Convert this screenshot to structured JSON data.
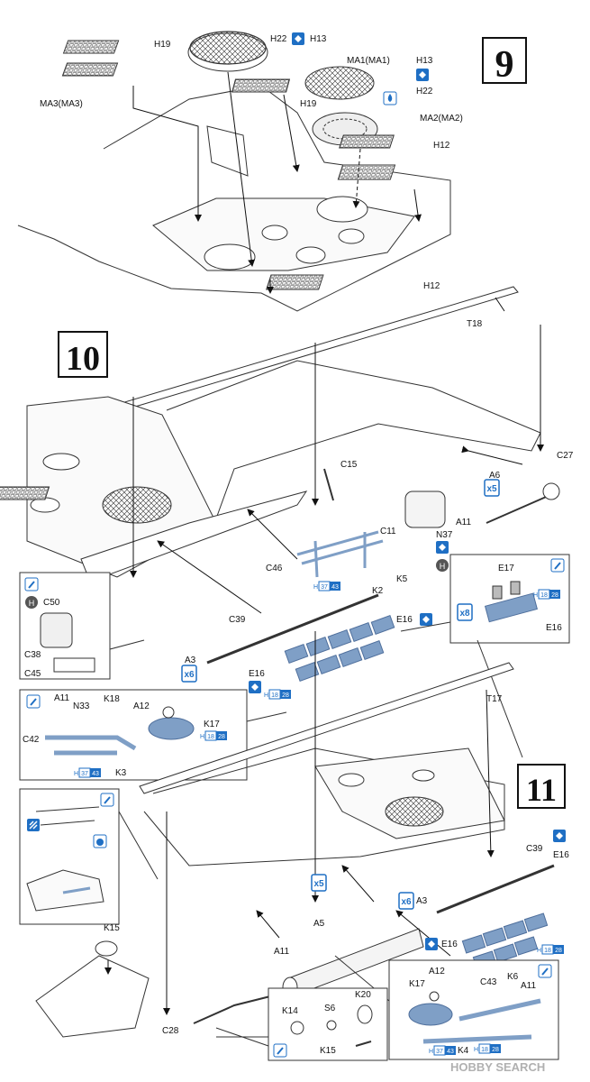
{
  "steps": [
    "9",
    "10",
    "11"
  ],
  "parts": {
    "h22_a": "H22",
    "h13_a": "H13",
    "h19_a": "H19",
    "ma3": "MA3(MA3)",
    "ma1": "MA1(MA1)",
    "h13_b": "H13",
    "h22_b": "H22",
    "h19_b": "H19",
    "ma2": "MA2(MA2)",
    "h12_a": "H12",
    "h12_b": "H12",
    "t18": "T18",
    "c27": "C27",
    "c15": "C15",
    "a6": "A6",
    "x5_a": "x5",
    "a11_a": "A11",
    "n37": "N37",
    "c11": "C11",
    "c46": "C46",
    "k2": "K2",
    "k5": "K5",
    "c50": "C50",
    "c38": "C38",
    "c45": "C45",
    "c39_a": "C39",
    "a3_a": "A3",
    "x6_a": "x6",
    "e16_a": "E16",
    "e16_b": "E16",
    "e17": "E17",
    "x8": "x8",
    "e16_c": "E16",
    "a11_b": "A11",
    "n33": "N33",
    "k18": "K18",
    "a12_a": "A12",
    "k17_a": "K17",
    "c42": "C42",
    "k3": "K3",
    "t17": "T17",
    "k15_a": "K15",
    "c28": "C28",
    "x5_b": "x5",
    "a5": "A5",
    "x6_b": "x6",
    "a3_b": "A3",
    "c39_b": "C39",
    "e16_d": "E16",
    "e16_e": "E16",
    "a11_c": "A11",
    "k17_b": "K17",
    "a12_b": "A12",
    "c43": "C43",
    "k6": "K6",
    "a11_d": "A11",
    "k4": "K4",
    "k14": "K14",
    "s6": "S6",
    "k20": "K20",
    "k15_b": "K15"
  },
  "paint_codes": {
    "h": "H",
    "n37": "37",
    "n43": "43",
    "n18": "18",
    "n28": "28"
  },
  "watermark": "HOBBY SEARCH",
  "colors": {
    "ink": "#1a1a1a",
    "line": "#333333",
    "accent_blue": "#1f6fc4",
    "part_blue": "#7f9fc6",
    "part_blue_dark": "#4f6f9c"
  },
  "icons": [
    "cement-icon",
    "paint-icon",
    "both-sides-icon",
    "hole-icon",
    "magnifier-icon"
  ]
}
